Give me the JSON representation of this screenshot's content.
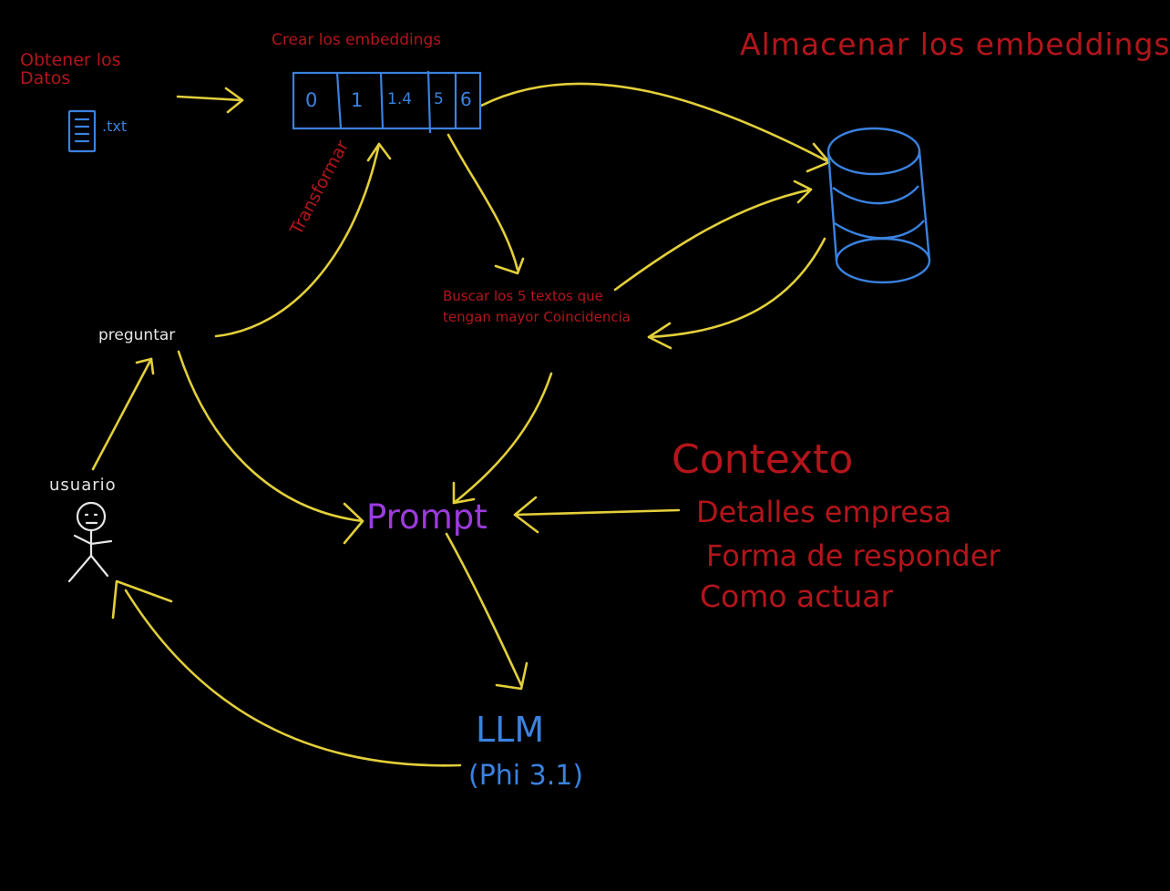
{
  "colors": {
    "background": "#000000",
    "arrow": "#e3cf3a",
    "red_text": "#b3151b",
    "blue": "#3a82e0",
    "white": "#e6e6e6",
    "purple": "#9b3bdc"
  },
  "labels": {
    "obtener_datos": "Obtener los Datos",
    "txt_file": ".txt",
    "crear_embeddings": "Crear los embeddings",
    "almacenar_embeddings": "Almacenar los embeddings",
    "transformar": "Transformar",
    "buscar": "Buscar los 5 textos que tengan mayor Coincidencia",
    "preguntar": "preguntar",
    "usuario": "usuario",
    "prompt": "Prompt",
    "llm": "LLM",
    "llm_model": "(Phi 3.1)",
    "contexto_title": "Contexto",
    "contexto_items": [
      "Detalles empresa",
      "Forma de responder",
      "Como actuar"
    ]
  },
  "embedding_cells": [
    "0",
    "1",
    "1.4",
    "5",
    "6"
  ],
  "icons": {
    "document": "document-icon",
    "database": "database-icon",
    "user": "stick-figure-icon"
  }
}
